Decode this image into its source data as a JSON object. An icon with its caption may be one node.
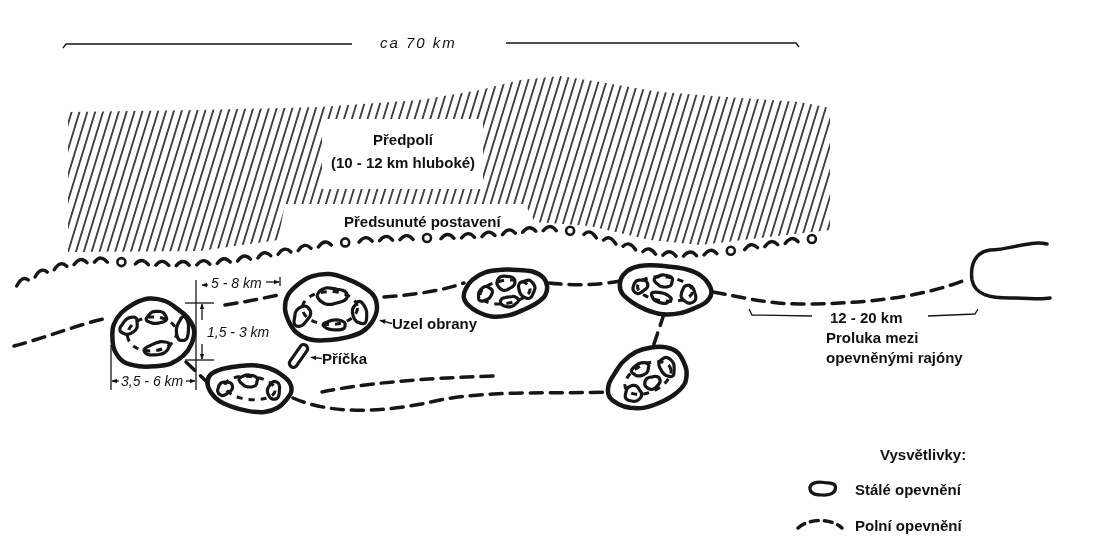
{
  "diagram": {
    "nodes": [
      {
        "text": [],
        "shape": "picture"
      },
      {
        "text": [
          "Uzel obrany"
        ]
      },
      {
        "text": [],
        "shape": "bar"
      },
      {
        "text": [
          "Příčka"
        ]
      }
    ],
    "edges": [
      {
        "from": 1,
        "to": 0,
        "arrow": "to"
      },
      {
        "from": 3,
        "to": 2,
        "arrow": "to"
      }
    ],
    "labels": [
      "ca 70 km",
      "Předpolí",
      "(10 - 12 km hluboké)",
      "Předsunuté postavení",
      "5 - 8 km",
      "12 - 20 km",
      "1,5 - 3 km",
      "Proluka mezi opevněnými rajóny",
      "3,5 - 6 km",
      "Vysvětlivky:"
    ],
    "legend": [
      {
        "text": "Stálé opevnění"
      },
      {
        "text": "Polní opevnění"
      }
    ]
  }
}
